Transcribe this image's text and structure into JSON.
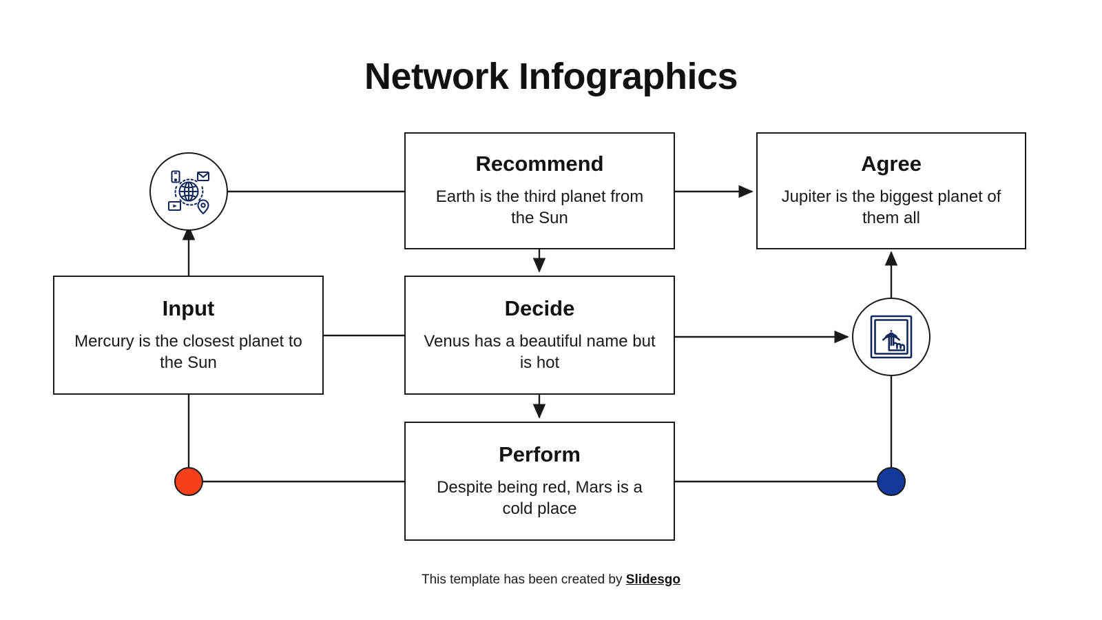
{
  "page": {
    "title": "Network Infographics",
    "background_color": "#ffffff"
  },
  "colors": {
    "line": "#1a1a1a",
    "text": "#141414",
    "icon_navy": "#12265A",
    "dot_orange": "#F5401B",
    "dot_blue": "#12399B"
  },
  "nodes": [
    {
      "id": "recommend",
      "title": "Recommend",
      "description": "Earth is the third planet from the Sun"
    },
    {
      "id": "agree",
      "title": "Agree",
      "description": "Jupiter is the biggest planet of them all"
    },
    {
      "id": "input",
      "title": "Input",
      "description": "Mercury is the closest planet to the Sun"
    },
    {
      "id": "decide",
      "title": "Decide",
      "description": "Venus has a beautiful name but is hot"
    },
    {
      "id": "perform",
      "title": "Perform",
      "description": "Despite being red, Mars is a cold place"
    }
  ],
  "icons": [
    {
      "id": "network-globe",
      "name": "network-globe-icon",
      "color": "#12265A"
    },
    {
      "id": "touch-tap",
      "name": "touch-tap-icon",
      "color": "#12265A"
    }
  ],
  "dots": [
    {
      "id": "orange-node",
      "name": "orange-dot-node",
      "color": "#F5401B"
    },
    {
      "id": "blue-node",
      "name": "blue-dot-node",
      "color": "#12399B"
    }
  ],
  "connectors": [
    {
      "from": "network-globe",
      "to": "recommend",
      "arrow": false
    },
    {
      "from": "recommend",
      "to": "agree",
      "arrow": true
    },
    {
      "from": "recommend",
      "to": "decide",
      "arrow": true
    },
    {
      "from": "input",
      "to": "network-globe",
      "arrow": true
    },
    {
      "from": "input",
      "to": "decide",
      "arrow": false
    },
    {
      "from": "decide",
      "to": "touch-tap",
      "arrow": true
    },
    {
      "from": "decide",
      "to": "perform",
      "arrow": true
    },
    {
      "from": "input",
      "to": "orange-node",
      "arrow": false
    },
    {
      "from": "orange-node",
      "to": "perform",
      "arrow": false
    },
    {
      "from": "perform",
      "to": "blue-node",
      "arrow": false
    },
    {
      "from": "blue-node",
      "to": "touch-tap",
      "arrow": false
    },
    {
      "from": "touch-tap",
      "to": "agree",
      "arrow": true
    }
  ],
  "footer": {
    "prefix": "This template has been created by ",
    "brand": "Slidesgo"
  }
}
